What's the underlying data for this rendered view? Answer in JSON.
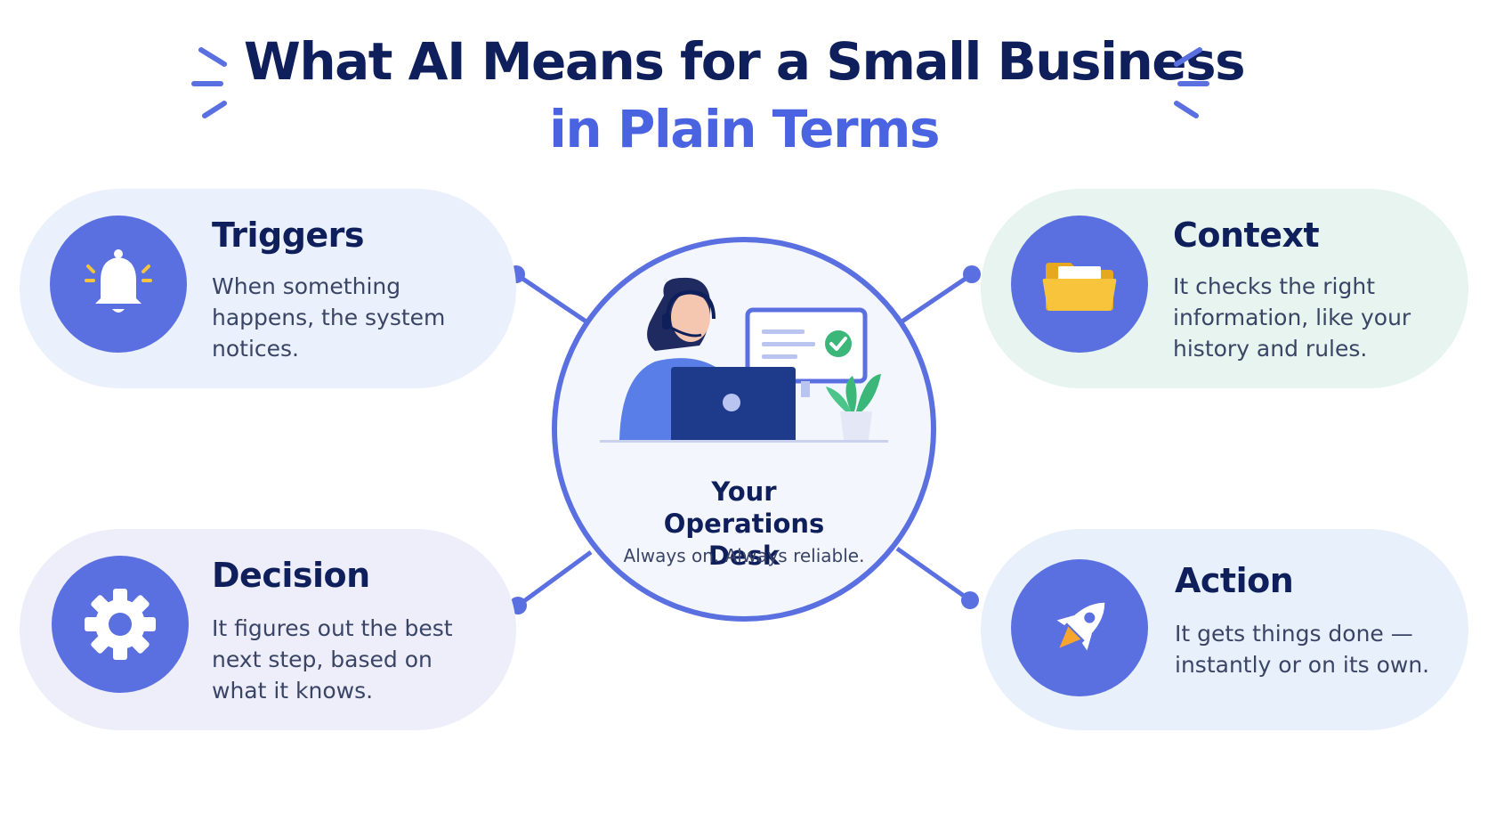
{
  "title": {
    "line1": "What AI Means for a Small Business",
    "line2": "in Plain Terms"
  },
  "hub": {
    "title": "Your Operations Desk",
    "tagline": "Always on. Always reliable."
  },
  "cards": {
    "triggers": {
      "title": "Triggers",
      "description": "When something happens, the system notices.",
      "icon": "bell-icon"
    },
    "context": {
      "title": "Context",
      "description": "It checks the right information, like your history and rules.",
      "icon": "folder-icon"
    },
    "decision": {
      "title": "Decision",
      "description": "It figures out the best next step, based on what it knows.",
      "icon": "gear-icon"
    },
    "action": {
      "title": "Action",
      "description": "It gets things done — instantly or on its own.",
      "icon": "rocket-icon"
    }
  },
  "colors": {
    "navy": "#0f1f5c",
    "accent": "#5a6fe0",
    "triggers_card": "#eaf0fc",
    "context_card": "#e8f4ef",
    "decision_card": "#eeeefa",
    "action_card": "#e8f0fc",
    "bell": "#ffffff",
    "folder": "#f7c43c"
  }
}
